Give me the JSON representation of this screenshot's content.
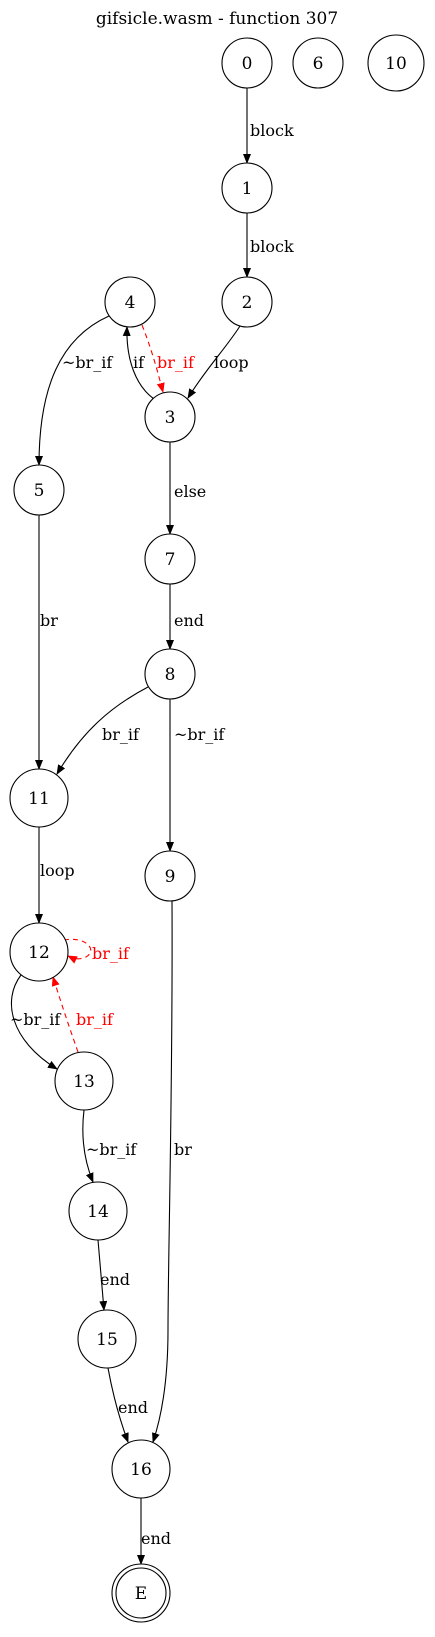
{
  "title": "gifsicle.wasm - function 307",
  "colors": {
    "normal": "#000000",
    "branch": "#ff0000"
  },
  "nodes": [
    {
      "id": "0",
      "label": "0"
    },
    {
      "id": "6",
      "label": "6"
    },
    {
      "id": "10",
      "label": "10"
    },
    {
      "id": "1",
      "label": "1"
    },
    {
      "id": "2",
      "label": "2"
    },
    {
      "id": "4",
      "label": "4"
    },
    {
      "id": "3",
      "label": "3"
    },
    {
      "id": "5",
      "label": "5"
    },
    {
      "id": "7",
      "label": "7"
    },
    {
      "id": "8",
      "label": "8"
    },
    {
      "id": "11",
      "label": "11"
    },
    {
      "id": "9",
      "label": "9"
    },
    {
      "id": "12",
      "label": "12"
    },
    {
      "id": "13",
      "label": "13"
    },
    {
      "id": "14",
      "label": "14"
    },
    {
      "id": "15",
      "label": "15"
    },
    {
      "id": "16",
      "label": "16"
    },
    {
      "id": "E",
      "label": "E",
      "final": true
    }
  ],
  "edges": [
    {
      "from": "0",
      "to": "1",
      "label": "block",
      "style": "solid"
    },
    {
      "from": "1",
      "to": "2",
      "label": "block",
      "style": "solid"
    },
    {
      "from": "2",
      "to": "3",
      "label": "loop",
      "style": "solid"
    },
    {
      "from": "3",
      "to": "4",
      "label": "if",
      "style": "solid"
    },
    {
      "from": "4",
      "to": "3",
      "label": "br_if",
      "style": "dashed"
    },
    {
      "from": "4",
      "to": "5",
      "label": "~br_if",
      "style": "solid"
    },
    {
      "from": "3",
      "to": "7",
      "label": "else",
      "style": "solid"
    },
    {
      "from": "5",
      "to": "11",
      "label": "br",
      "style": "solid"
    },
    {
      "from": "7",
      "to": "8",
      "label": "end",
      "style": "solid"
    },
    {
      "from": "8",
      "to": "11",
      "label": "br_if",
      "style": "solid"
    },
    {
      "from": "8",
      "to": "9",
      "label": "~br_if",
      "style": "solid"
    },
    {
      "from": "11",
      "to": "12",
      "label": "loop",
      "style": "solid"
    },
    {
      "from": "12",
      "to": "12",
      "label": "br_if",
      "style": "dashed"
    },
    {
      "from": "12",
      "to": "13",
      "label": "~br_if",
      "style": "solid"
    },
    {
      "from": "13",
      "to": "12",
      "label": "br_if",
      "style": "dashed"
    },
    {
      "from": "13",
      "to": "14",
      "label": "~br_if",
      "style": "solid"
    },
    {
      "from": "9",
      "to": "16",
      "label": "br",
      "style": "solid"
    },
    {
      "from": "14",
      "to": "15",
      "label": "end",
      "style": "solid"
    },
    {
      "from": "15",
      "to": "16",
      "label": "end",
      "style": "solid"
    },
    {
      "from": "16",
      "to": "E",
      "label": "end",
      "style": "solid"
    }
  ]
}
